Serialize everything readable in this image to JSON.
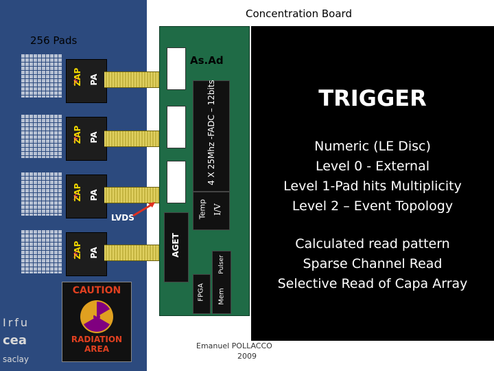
{
  "header": {
    "title": "Concentration Board"
  },
  "pads_label": "256 Pads",
  "chips": [
    {
      "zap": "ZAP",
      "pa": "PA"
    },
    {
      "zap": "ZAP",
      "pa": "PA"
    },
    {
      "zap": "ZAP",
      "pa": "PA"
    },
    {
      "zap": "ZAP",
      "pa": "PA"
    }
  ],
  "lvds_label": "LVDS",
  "asad": {
    "title": "As.Ad",
    "adc": "4 X 25Mhz -FADC – 12bits",
    "agets": "AGET",
    "temp": "Temp",
    "iv": "I/V",
    "fpga": "FPGA",
    "mem": "Mem",
    "pulser": "Pulser"
  },
  "trigger": {
    "title": "TRIGGER",
    "lines_a": [
      "Numeric (LE Disc)",
      "Level 0 - External",
      "Level 1-Pad  hits Multiplicity",
      "Level 2 – Event Topology"
    ],
    "lines_b": [
      "Calculated read pattern",
      "Sparse Channel Read",
      "Selective Read of Capa Array"
    ]
  },
  "caution": {
    "top": "CAUTION",
    "bottom": "RADIATION AREA"
  },
  "logos": {
    "irfu": "Irfu",
    "cea": "cea",
    "saclay": "saclay"
  },
  "footer": {
    "author": "Emanuel POLLACCO",
    "year": "2009"
  }
}
